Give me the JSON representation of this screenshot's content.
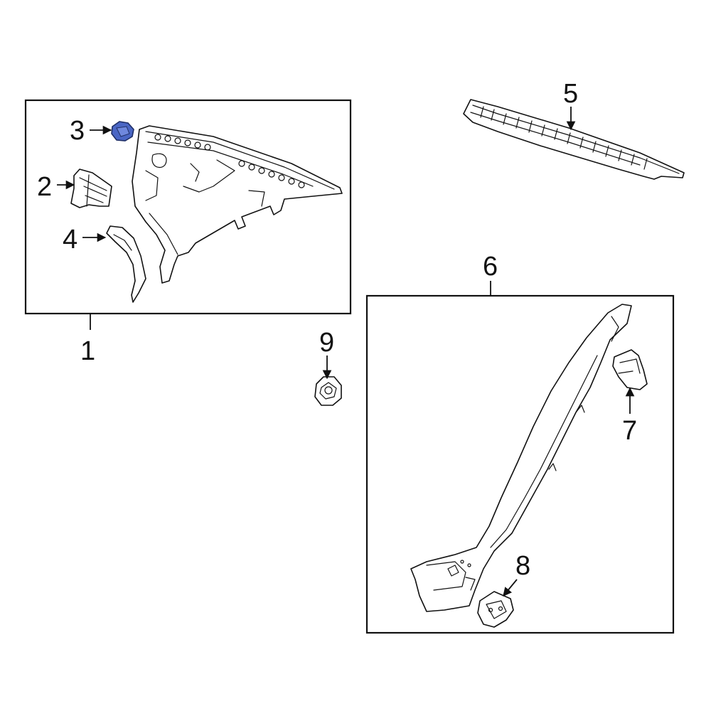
{
  "callouts": {
    "c1": "1",
    "c2": "2",
    "c3": "3",
    "c4": "4",
    "c5": "5",
    "c6": "6",
    "c7": "7",
    "c8": "8",
    "c9": "9"
  },
  "colors": {
    "highlight": "#3355aa",
    "highlight_fill": "#4a66c4",
    "line": "#111111",
    "background": "#ffffff"
  }
}
